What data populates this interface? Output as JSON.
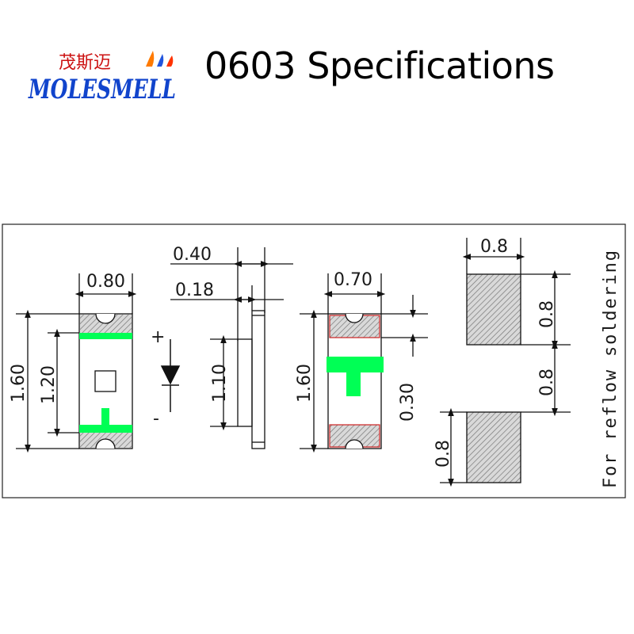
{
  "header": {
    "title": "0603 Specifications",
    "logo_cn": "茂斯迈",
    "logo_text": "MOLESMELL"
  },
  "colors": {
    "pad_green": "#00ff55",
    "border": "#222222",
    "hatch": "#888888",
    "logo_red": "#cc1111",
    "logo_green": "#009933",
    "logo_blue": "#2233cc"
  },
  "front_view": {
    "width_label": "0.80",
    "length_label": "1.60",
    "pad_span_label": "1.20",
    "anode_sign": "+",
    "cathode_sign": "-"
  },
  "side_view": {
    "overall_label": "0.40",
    "lens_label": "0.18",
    "body_label": "1.10"
  },
  "bottom_view": {
    "width_label": "0.70",
    "length_label": "1.60",
    "pad_label": "0.30"
  },
  "footprint": {
    "pad_width_label": "0.8",
    "pad_height_label": "0.8",
    "gap_label": "0.8",
    "lower_pad_label": "0.8",
    "note": "For reflow soldering"
  }
}
